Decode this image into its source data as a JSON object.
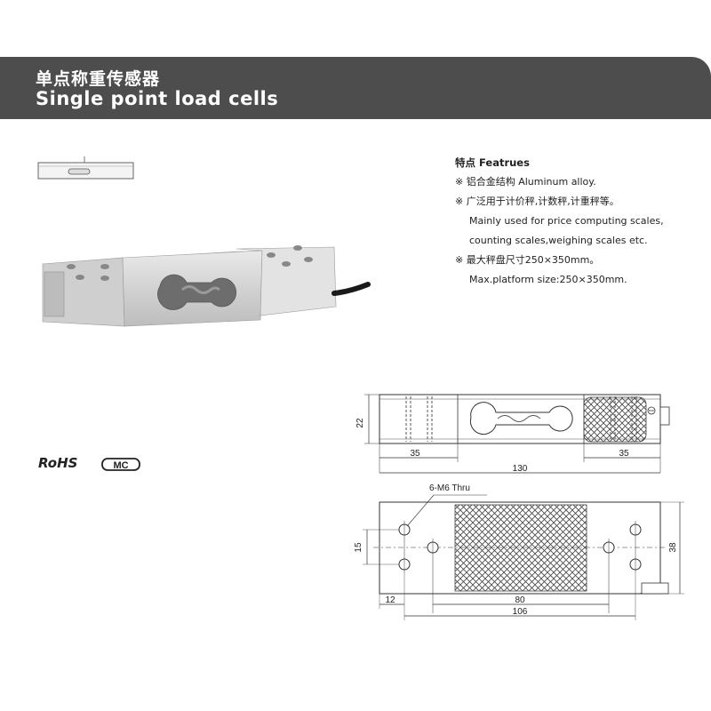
{
  "header": {
    "title_cn": "单点称重传感器",
    "title_en": "Single point load cells"
  },
  "features": {
    "heading": "特点 Featrues",
    "lines": [
      "※ 铝合金结构 Aluminum alloy.",
      "※ 广泛用于计价秤,计数秤,计重秤等。",
      "Mainly used for price computing scales,",
      "counting scales,weighing scales etc.",
      "※ 最大秤盘尺寸250×350mm。",
      "Max.platform size:250×350mm."
    ]
  },
  "certifications": {
    "rohs": "RoHS",
    "mc": "MC"
  },
  "drawing": {
    "side_height": "22",
    "side_left_width": "35",
    "side_right_width": "35",
    "side_total_length": "130",
    "holes_note": "6-M6 Thru",
    "top_hole_spacing": "15",
    "top_width": "38",
    "top_edge_offset": "12",
    "top_mesh_width": "80",
    "top_hole_span": "106"
  }
}
